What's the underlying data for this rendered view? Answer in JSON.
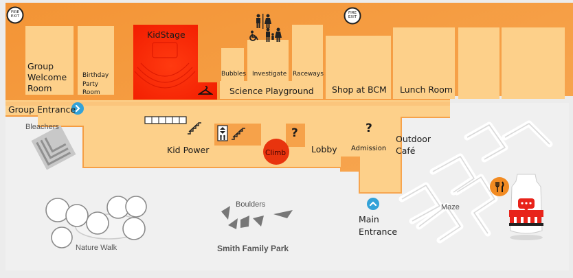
{
  "fire_exit_label": "FIRE EXIT",
  "rooms": {
    "kidstage": "KidStage",
    "group_welcome_room": "Group Welcome Room",
    "birthday_party_room": "Birthday Party Room",
    "bubbles": "Bubbles",
    "investigate": "Investigate",
    "raceways": "Raceways",
    "science_playground": "Science Playground",
    "shop": "Shop at BCM",
    "lunch_room": "Lunch Room",
    "kid_power": "Kid Power",
    "climb": "Climb",
    "lobby": "Lobby",
    "admission": "Admission",
    "outdoor_cafe": "Outdoor Café"
  },
  "entrances": {
    "group_entrance": "Group Entrance",
    "main_entrance": "Main Entrance"
  },
  "park": {
    "bleachers": "Bleachers",
    "boulders": "Boulders",
    "nature_walk": "Nature Walk",
    "smith_family_park": "Smith Family Park",
    "maze": "Maze"
  },
  "info_symbol": "?",
  "icons": [
    "fire-exit-icon",
    "restroom-icon",
    "accessible-icon",
    "family-restroom-icon",
    "coat-hanger-icon",
    "stairs-icon",
    "elevator-icon",
    "info-icon",
    "chevron-right-icon",
    "chevron-up-icon",
    "dining-icon",
    "food-truck-icon"
  ],
  "colors": {
    "building_outer": "#f5963c",
    "building_fill": "#fdd08a",
    "kidstage": "#ff2a00",
    "climb": "#e8340e",
    "nav_button": "#33a2d8",
    "dining": "#f28b22",
    "park_ground": "#ececec"
  }
}
